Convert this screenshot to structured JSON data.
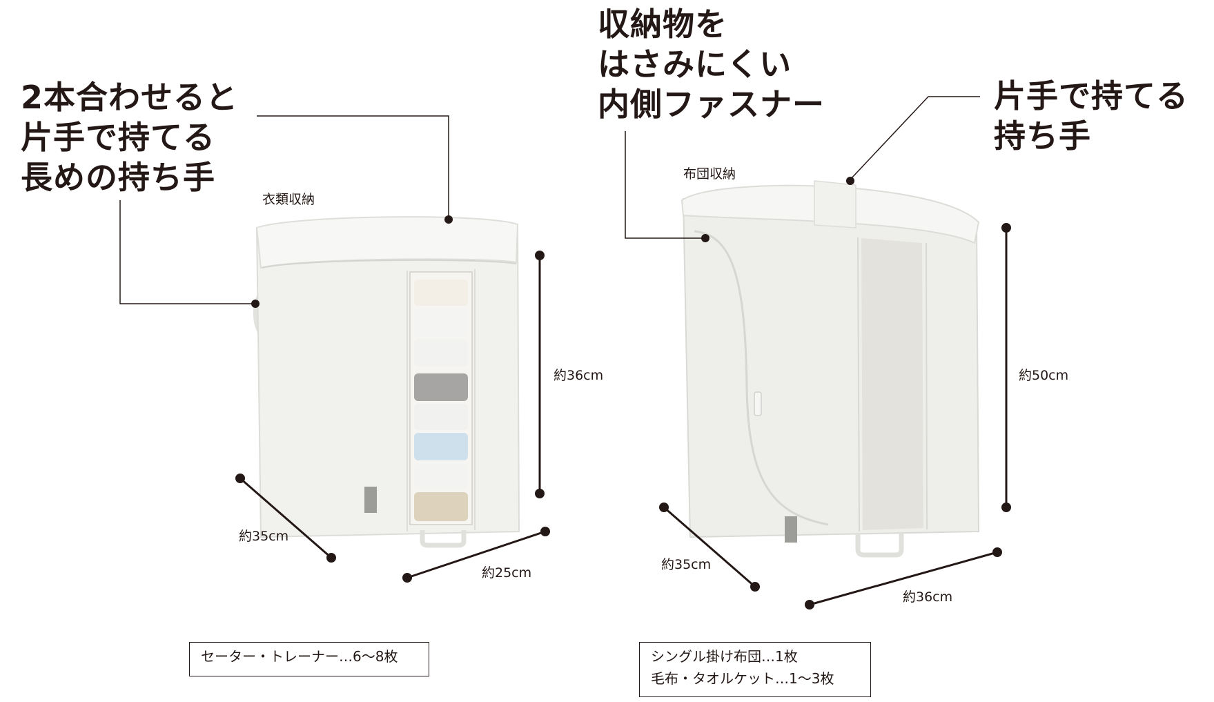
{
  "callouts": {
    "left_handle": [
      "2本合わせると",
      "片手で持てる",
      "長めの持ち手"
    ],
    "inner_zipper": [
      "収納物を",
      "はさみにくい",
      "内側ファスナー"
    ],
    "right_handle": [
      "片手で持てる",
      "持ち手"
    ]
  },
  "products": {
    "clothing": {
      "label": "衣類収納",
      "height": "約36cm",
      "depth": "約35cm",
      "width": "約25cm",
      "capacity": [
        "セーター・トレーナー…6〜8枚"
      ]
    },
    "futon": {
      "label": "布団収納",
      "height": "約50cm",
      "depth": "約35cm",
      "width": "約36cm",
      "capacity": [
        "シングル掛け布団…1枚",
        "毛布・タオルケット…1〜3枚"
      ]
    }
  },
  "colors": {
    "text": "#231815",
    "bag_body": "#eeeeea",
    "bag_panel": "#e4e2dc",
    "gray_towel": "#a6a5a3",
    "blue_towel": "#cde0ec",
    "beige_towel": "#ddd3bd"
  }
}
